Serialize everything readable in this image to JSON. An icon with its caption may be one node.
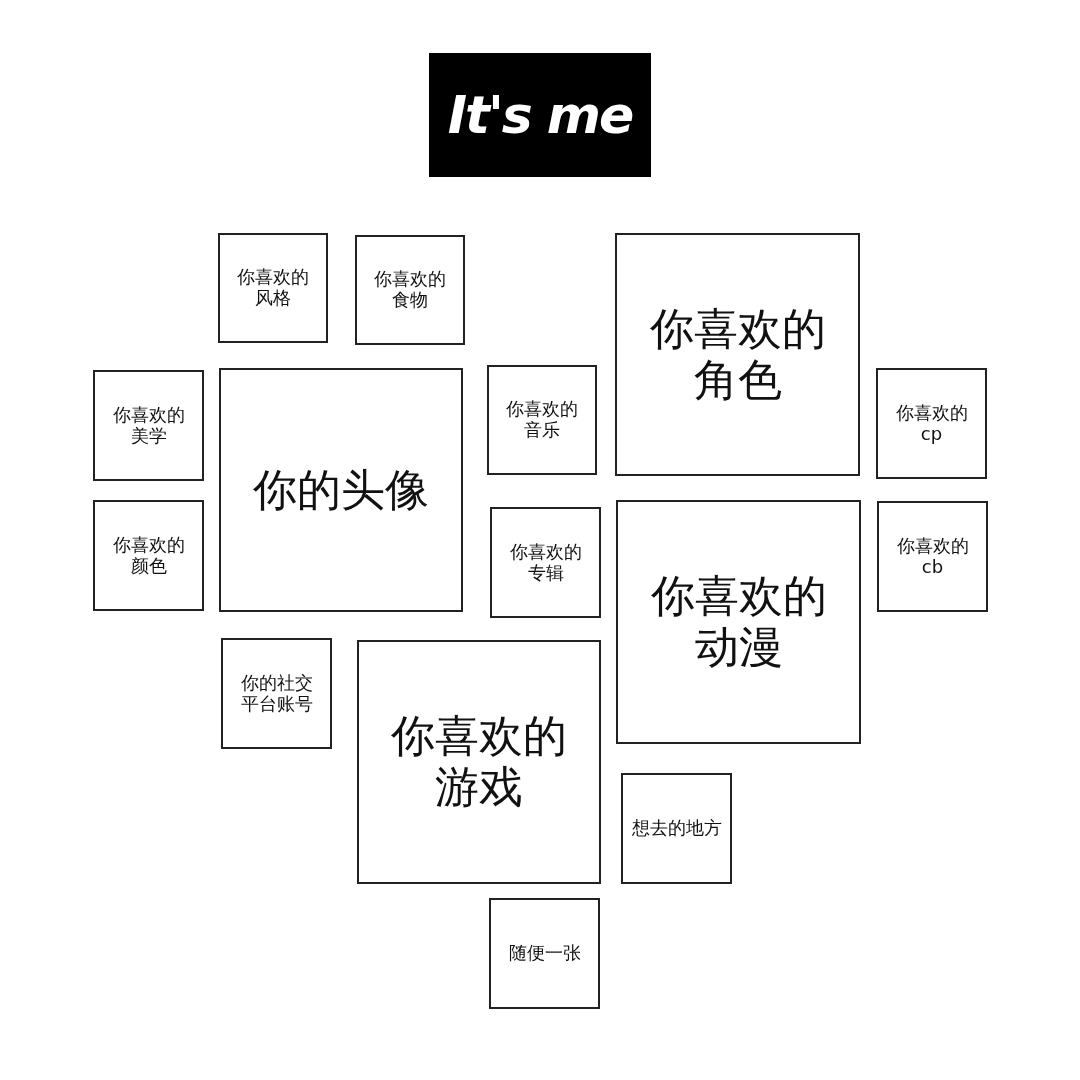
{
  "diagram": {
    "title": "It's me",
    "nodes": [
      {
        "text": [
          "你喜欢的风格"
        ]
      },
      {
        "text": [
          "你喜欢的食物"
        ]
      },
      {
        "text": [
          "你喜欢的角色"
        ]
      },
      {
        "text": [
          "你喜欢的美学"
        ]
      },
      {
        "text": [
          "你的头像"
        ]
      },
      {
        "text": [
          "你喜欢的音乐"
        ]
      },
      {
        "text": [
          "你喜欢的cp"
        ]
      },
      {
        "text": [
          "你喜欢的颜色"
        ]
      },
      {
        "text": [
          "你喜欢的专辑"
        ]
      },
      {
        "text": [
          "你喜欢的动漫"
        ]
      },
      {
        "text": [
          "你喜欢的cb"
        ]
      },
      {
        "text": [
          "你的社交平台账号"
        ]
      },
      {
        "text": [
          "你喜欢的游戏"
        ]
      },
      {
        "text": [
          "想去的地方"
        ]
      },
      {
        "text": [
          "随便一张"
        ]
      }
    ]
  }
}
